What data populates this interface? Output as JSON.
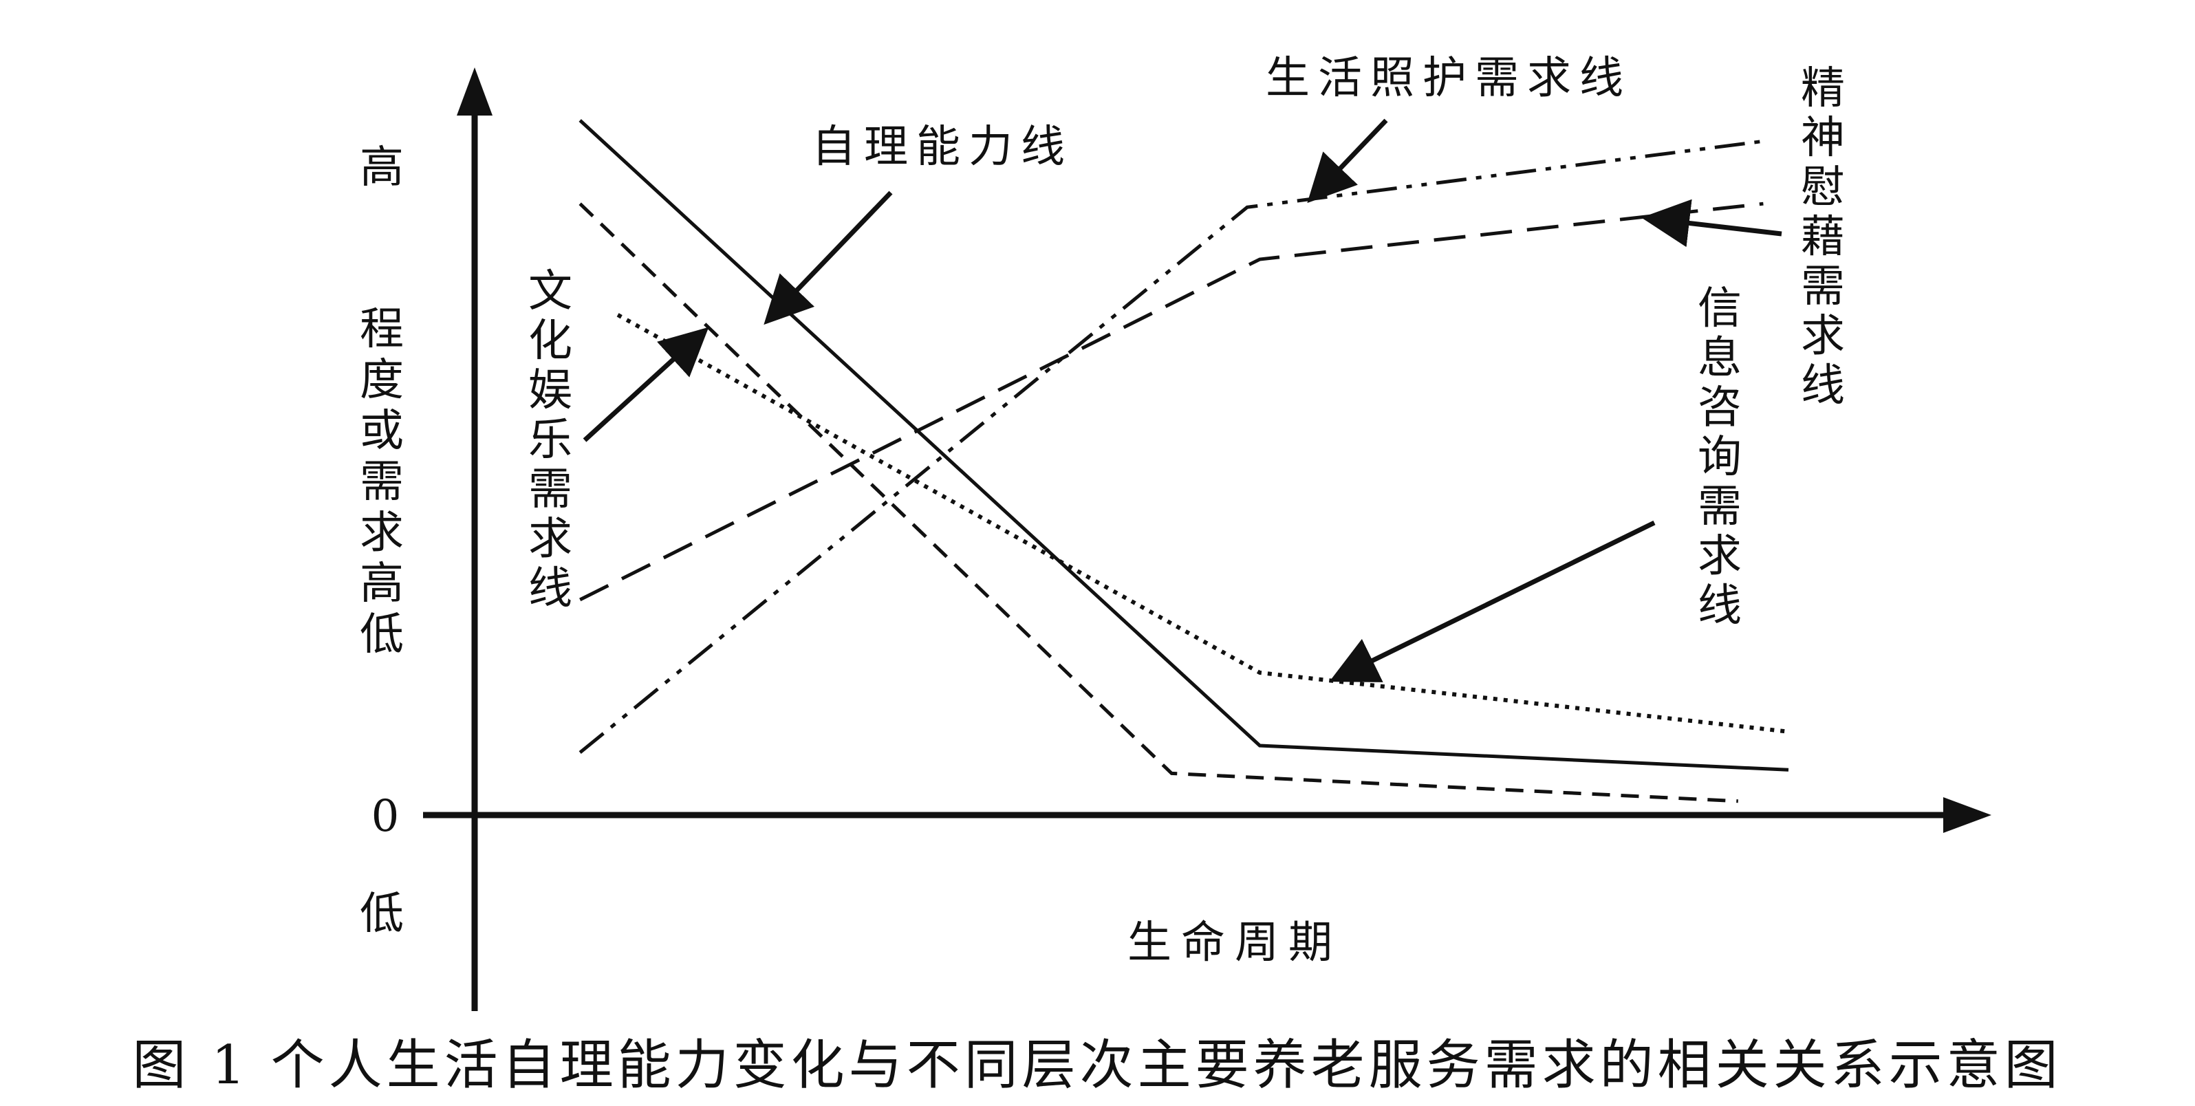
{
  "chart_data": {
    "type": "line",
    "caption": "图 1  个人生活自理能力变化与不同层次主要养老服务需求的相关关系示意图",
    "xlabel": "生命周期",
    "ylabel": "程度或需求高低",
    "y_high_label": "高",
    "y_low_label": "低",
    "y_zero_label": "0",
    "series": [
      {
        "name": "自理能力线",
        "style": "solid",
        "points": [
          [
            0.04,
            1.0
          ],
          [
            0.58,
            0.1
          ],
          [
            1.0,
            0.065
          ]
        ]
      },
      {
        "name": "文化娱乐需求线",
        "style": "dashed",
        "points": [
          [
            0.04,
            0.88
          ],
          [
            0.51,
            0.06
          ],
          [
            0.96,
            0.02
          ]
        ]
      },
      {
        "name": "信息咨询需求线",
        "style": "dotted",
        "points": [
          [
            0.07,
            0.72
          ],
          [
            0.58,
            0.205
          ],
          [
            1.0,
            0.12
          ]
        ]
      },
      {
        "name": "精神慰藉需求线",
        "style": "longdash",
        "points": [
          [
            0.04,
            0.31
          ],
          [
            0.58,
            0.8
          ],
          [
            0.98,
            0.88
          ]
        ]
      },
      {
        "name": "生活照护需求线",
        "style": "dashdotdot",
        "points": [
          [
            0.04,
            0.09
          ],
          [
            0.57,
            0.875
          ],
          [
            0.98,
            0.97
          ]
        ]
      }
    ]
  }
}
